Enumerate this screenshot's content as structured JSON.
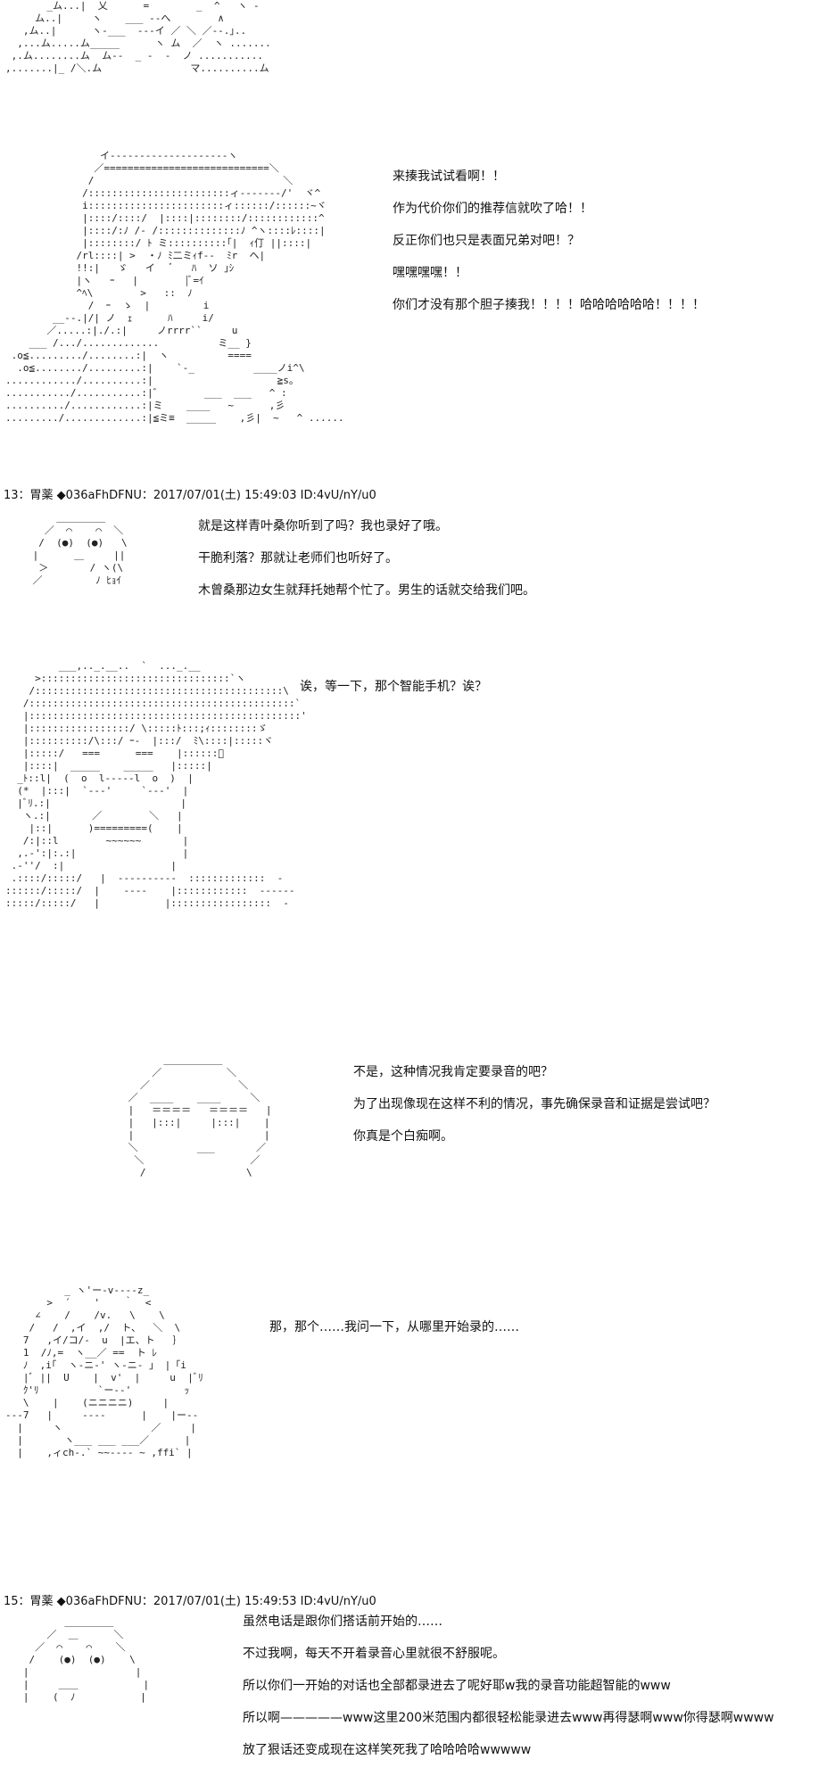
{
  "posts": {
    "p13": {
      "header": "13：胃薬 ◆036aFhDFNU：2017/07/01(土) 15:49:03 ID:4vU/nY/u0"
    },
    "p15": {
      "header": "15：胃薬 ◆036aFhDFNU：2017/07/01(土) 15:49:53 ID:4vU/nY/u0"
    }
  },
  "art": {
    "a0": "       _ム...|  乂      =        _  ^   ヽ -\n     ム..|     ヽ    ___ --へ        ∧\n   ,ム..|      ヽ-___  ---イ ／ ＼ ／--.｣..\n  ,...ム.....ム_____      ヽ ム  ／  ヽ .......\n ,.ム........ム  ム--  _ -  -  ノ ...........\n,.......|_ /＼.ム               マ..........ム",
    "a1": "                イ--------------------ヽ\n               ／============================＼\n              /                                ＼\n             /::::::::::::::::::::::::ィ-------/'  ヾ^\n             i:::::::::::::::::::::::ィ::::::/::::::~ヾ\n             |::::/::::/  |::::|::::::::/::::::::::::^\n             |::::/:ﾉ /- /::::::::::::::ﾉ ^ヽ::::ﾚ::::|\n             |::::::::/ ﾄ ミ::::::::::｢|  ｨ仃 ||::::|\n            /rl::::| >  ・ﾉ ﾐ二ミｨf--  ﾐr  ヘ|\n            !!:|   ゞ   イ   ﾞ   ﾊ  ソ ｣ｼ\n            |ヽ   ｰ   |        |ﾞ=ｲ\n            ^ﾍ\\        >   ::  ﾉ\n              /  ｰ  ゝ  |         i\n        __--.|/| ノ  ｪ      ﾊ     i/\n       ／.....:|./.:|     ノrrrr``     u\n    ___ /.../.............          ミ__ }\n .o≦........./........:|  ヽ          ====\n  .o≦......../.........:|    `-_          ____ノi^\\\n............/..........:|                     ≧s。\n.........../...........:|゛       ___  ___   ^ :\n........../............:|ミ    ____   ~      ,彡\n........./.............:|≦ミ≡  _____    ,彡|  ~   ^ ......",
    "a2": "     ＿＿＿＿＿\n   ／  ⌒    ⌒  ＼\n  /  (●)  (●)   \\\n |      ＿     ||\n  ＞       / ヽ(\\\n ／         ﾉ ﾋｮｲ",
    "a3": "         ___,.._.__..  `  ..._.__\n     >::::::::::::::::::::::::::::::::`ヽ\n    /::::::::::::::::::::::::::::::::::::::::::\\\n   /:::::::::::::::::::::::::::::::::::::::::::::`\n   |::::::::::::::::::::::::::::::::::::::::::::::'\n   |:::::::::::::::::/ \\:::::ﾄ:::;ｨ::::::::ゞ\n   |::::::::::/\\:::/ ｰ-  |:::/  ﾐ\\::::|:::::ヾ\n   |:::::/   ===      ===    |::::::ﾞ\n   |::::|  _____    _____   |:::::|\n  _ﾄ::l|  (  o  l-----l  o  )  |\n  (*  |:::|  `---'     `---'  |\n  |ﾞﾘ.:|                      |\n   ヽ.:|       ／        ＼   |\n    |::|      )=========(    |\n   /:|::l        ~~~~~~       |\n  ,.-':|:.:|                  |\n .-''/  :|                  |\n .::::/:::::/   |  ----------  :::::::::::::  -\n::::::/:::::/  |    ----    |::::::::::::  ------\n:::::/:::::/   |           |:::::::::::::::::  -",
    "a4": "               ＿＿＿＿＿＿\n             ／           ＼\n           ／               ＼\n         ／  ____    ____     ＼\n         |   ＝＝＝＝   ＝＝＝＝   |\n         |   |:::|     |:::|    |\n         |                      |\n         ＼          ___       ／\n          ＼                  ／\n           /                 \\",
    "a5": "          _ ヽ'ー-v----z_\n       >  ´    '    ｀  <\n     ∠    /    /v.   \\    \\\n    /   /  ,イ  ,/  ト、  ＼  \\\n   7   ,イ/コ/-  u  |エ、ト   ｝\n   1  /ﾉ,=  ヽ__／ ==  ト ﾚ\n   ﾉ  ,i｢  ヽ-ニ-' ヽ-ニ- 」 |「i\n   |ﾞ ||  U    |  v'  |     u  |ﾞﾘ\n   ｸ'ﾘ          `ー--'         ｯ\n   \\    |    (ニニニニ)     |\n---7   |     ----      |    |ー--\n  |     ヽ               ／     |\n  |       ヽ___ ___ ___／      |\n  |    ,ィch-.` ~~---- ~ ,ffi` |",
    "a6": "          ＿＿＿＿＿\n       ／  ＿      ＼\n     ／  ⌒    ⌒    ＼\n    /    (●)  (●)    \\\n   |                  |\n   |     ＿＿           |\n   |    (  ﾉ           |"
  },
  "dialogues": {
    "d1": [
      "来揍我试试看啊！！",
      "作为代价你们的推荐信就吹了哈！！",
      "反正你们也只是表面兄弟对吧！？",
      "嘿嘿嘿嘿！！",
      "你们才没有那个胆子揍我！！！！哈哈哈哈哈哈！！！！"
    ],
    "d2": [
      "就是这样青叶桑你听到了吗？我也录好了哦。",
      "干脆利落？那就让老师们也听好了。",
      "木曾桑那边女生就拜托她帮个忙了。男生的话就交给我们吧。"
    ],
    "d3": [
      "诶，等一下，那个智能手机？诶？"
    ],
    "d4": [
      "不是，这种情况我肯定要录音的吧？",
      "为了出现像现在这样不利的情况，事先确保录音和证据是尝试吧？",
      "你真是个白痴啊。"
    ],
    "d5": [
      "那，那个……我问一下，从哪里开始录的……"
    ],
    "d6": [
      "虽然电话是跟你们搭话前开始的……",
      "不过我啊，每天不开着录音心里就很不舒服呢。",
      "所以你们一开始的对话也全部都录进去了呢好耶w我的录音功能超智能的www",
      "所以啊—————www这里200米范围内都很轻松能录进去www再得瑟啊www你得瑟啊wwww",
      "放了狠话还变成现在这样笑死我了哈哈哈哈wwwww"
    ]
  }
}
